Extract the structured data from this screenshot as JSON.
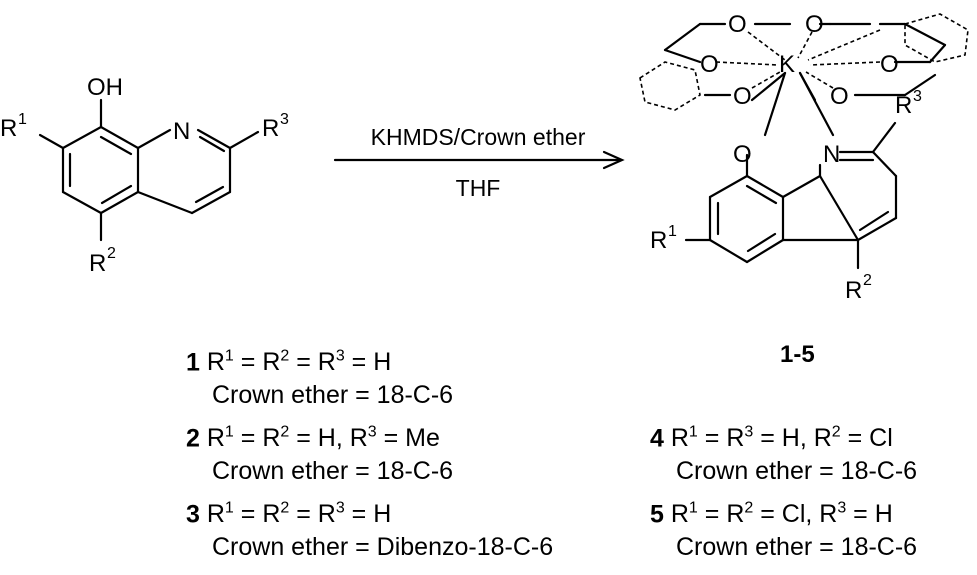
{
  "reactant": {
    "labels": {
      "oh": "OH",
      "n": "N",
      "r1": "R",
      "r2": "R",
      "r3": "R",
      "r1_sup": "1",
      "r2_sup": "2",
      "r3_sup": "3"
    }
  },
  "arrow": {
    "above": "KHMDS/Crown ether",
    "below": "THF"
  },
  "product": {
    "labels": {
      "k": "K",
      "o": "O",
      "n": "N",
      "r1": "R",
      "r2": "R",
      "r3": "R",
      "r1_sup": "1",
      "r2_sup": "2",
      "r3_sup": "3"
    },
    "compound_label": "1-5"
  },
  "compounds_left": [
    {
      "num": "1",
      "text": "R1 = R2 = R3 = H",
      "crown": "Crown ether = 18-C-6"
    },
    {
      "num": "2",
      "text": "R1 = R2 = H, R3 = Me",
      "crown": "Crown ether = 18-C-6"
    },
    {
      "num": "3",
      "text": "R1 = R2 = R3 = H",
      "crown": "Crown ether = Dibenzo-18-C-6"
    }
  ],
  "compounds_right": [
    {
      "num": "4",
      "text": "R1 = R3 = H, R2 = Cl",
      "crown": "Crown ether = 18-C-6"
    },
    {
      "num": "5",
      "text": "R1 = R2 = Cl, R3 = H",
      "crown": "Crown ether = 18-C-6"
    }
  ]
}
